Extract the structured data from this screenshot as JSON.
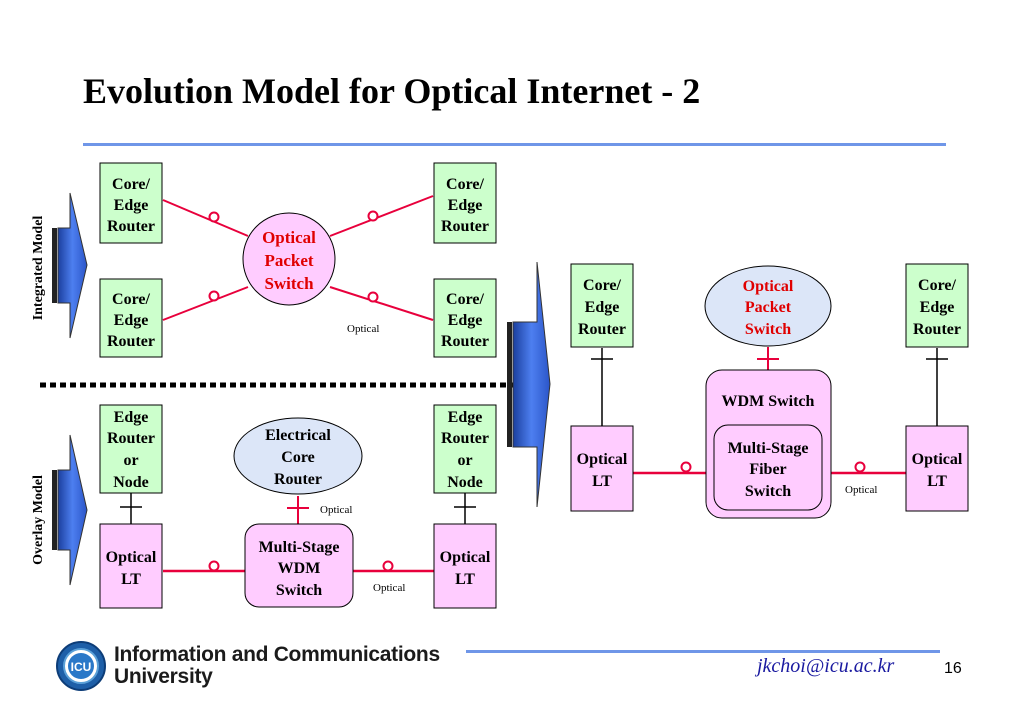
{
  "title": "Evolution Model for Optical Internet - 2",
  "colors": {
    "router_fill": "#ccffcc",
    "lt_fill": "#ffccff",
    "cloud_fill": "#dce6f8",
    "link": "#e8003c",
    "accent_rule": "#6f96e8",
    "arrow_fill": "#3e6fe0",
    "optical_packet_text": "#e00000"
  },
  "left_labels": {
    "integrated_model": "Integrated Model",
    "overlay_model": "Overlay Model"
  },
  "integrated": {
    "router_lines": [
      "Core/",
      "Edge",
      "Router"
    ],
    "switch_lines": [
      "Optical",
      "Packet",
      "Switch"
    ],
    "optical_label": "Optical"
  },
  "overlay": {
    "edge_node_lines": [
      "Edge",
      "Router",
      "or",
      "Node"
    ],
    "core_router_lines": [
      "Electrical",
      "Core",
      "Router"
    ],
    "wdm_switch_lines": [
      "Multi-Stage",
      "WDM",
      "Switch"
    ],
    "lt_lines": [
      "Optical",
      "LT"
    ],
    "optical_label_1": "Optical",
    "optical_label_2": "Optical"
  },
  "evolved": {
    "router_lines": [
      "Core/",
      "Edge",
      "Router"
    ],
    "packet_switch_lines": [
      "Optical",
      "Packet",
      "Switch"
    ],
    "wdm_switch_label": "WDM Switch",
    "fiber_switch_lines": [
      "Multi-Stage",
      "Fiber",
      "Switch"
    ],
    "lt_lines": [
      "Optical",
      "LT"
    ],
    "optical_label": "Optical"
  },
  "footer": {
    "logo_text": "ICU",
    "university_line1": "Information and Communications",
    "university_line2": "University",
    "email": "jkchoi@icu.ac.kr",
    "page_number": "16"
  }
}
